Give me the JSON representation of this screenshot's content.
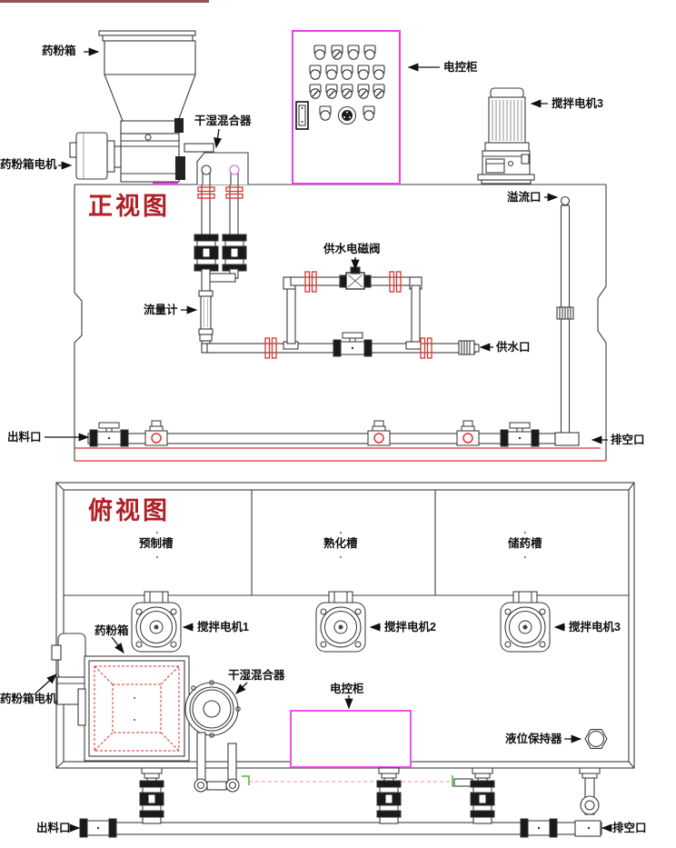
{
  "document": {
    "type": "equipment-diagram",
    "description_views": 2
  },
  "colors": {
    "line": "#3c3c3c",
    "dark_fill": "#1a1a1a",
    "red_accent": "#e23328",
    "magenta_accent": "#f23cf0",
    "maroon_bar": "#9c5156",
    "pink_dash": "#f0a8a8",
    "green_mark": "#3db53d",
    "title_red": "#b01f24"
  },
  "front_view": {
    "title": "正视图",
    "labels": {
      "powder_box": "药粉箱",
      "powder_box_motor": "药粉箱电机",
      "dry_wet_mixer": "干湿混合器",
      "control_cabinet": "电控柜",
      "mixing_motor_3": "搅拌电机3",
      "overflow_port": "溢流口",
      "water_supply_solenoid_valve": "供水电磁阀",
      "flow_meter": "流量计",
      "water_supply_port": "供水口",
      "discharge_port": "出料口",
      "drain_port": "排空口"
    }
  },
  "top_view": {
    "title": "俯视图",
    "labels": {
      "premix_tank": "预制槽",
      "curing_tank": "熟化槽",
      "storage_tank": "储药槽",
      "mixing_motor_1": "搅拌电机1",
      "mixing_motor_2": "搅拌电机2",
      "mixing_motor_3": "搅拌电机3",
      "powder_box": "药粉箱",
      "dry_wet_mixer": "干湿混合器",
      "control_cabinet": "电控柜",
      "powder_box_motor": "药粉箱电机",
      "level_keeper": "液位保持器",
      "discharge_port": "出料口",
      "drain_port": "排空口"
    }
  }
}
